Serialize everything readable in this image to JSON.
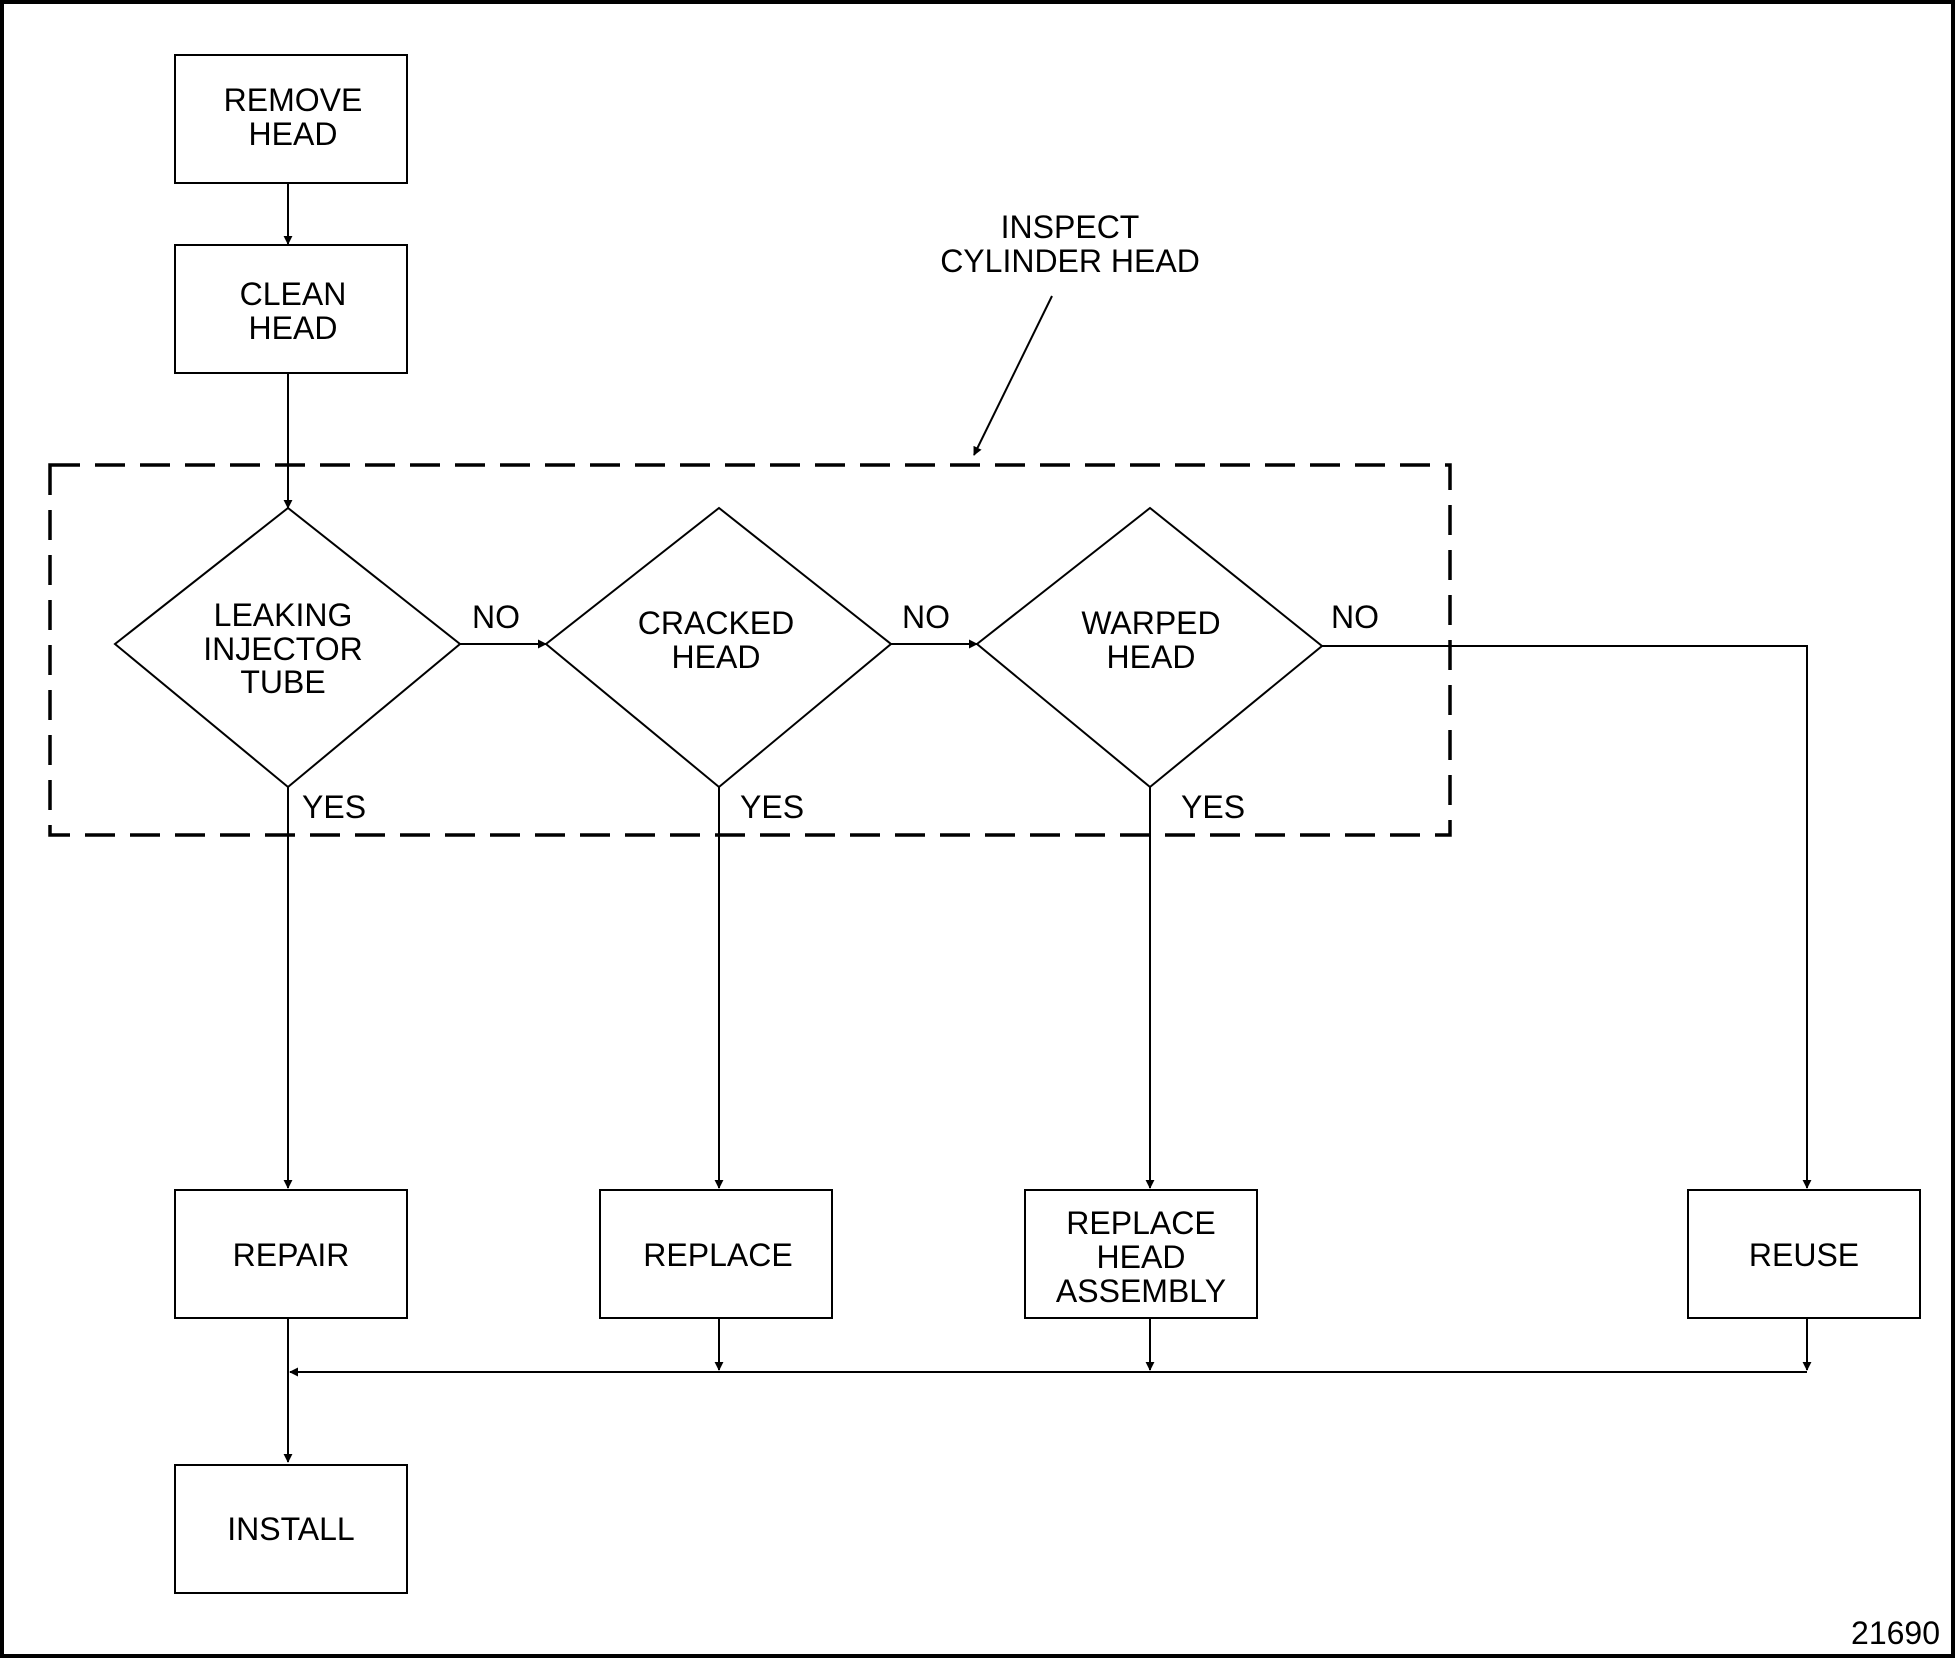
{
  "figure_number": "21690",
  "callout": {
    "lines": [
      "INSPECT",
      "CYLINDER HEAD"
    ]
  },
  "steps": {
    "remove_head": [
      "REMOVE",
      "HEAD"
    ],
    "clean_head": [
      "CLEAN",
      "HEAD"
    ],
    "repair": [
      "REPAIR"
    ],
    "replace": [
      "REPLACE"
    ],
    "replace_head_assembly": [
      "REPLACE",
      "HEAD",
      "ASSEMBLY"
    ],
    "reuse": [
      "REUSE"
    ],
    "install": [
      "INSTALL"
    ]
  },
  "decisions": {
    "leaking_injector_tube": [
      "LEAKING",
      "INJECTOR",
      "TUBE"
    ],
    "cracked_head": [
      "CRACKED",
      "HEAD"
    ],
    "warped_head": [
      "WARPED",
      "HEAD"
    ]
  },
  "branch_labels": {
    "no": "NO",
    "yes": "YES"
  }
}
